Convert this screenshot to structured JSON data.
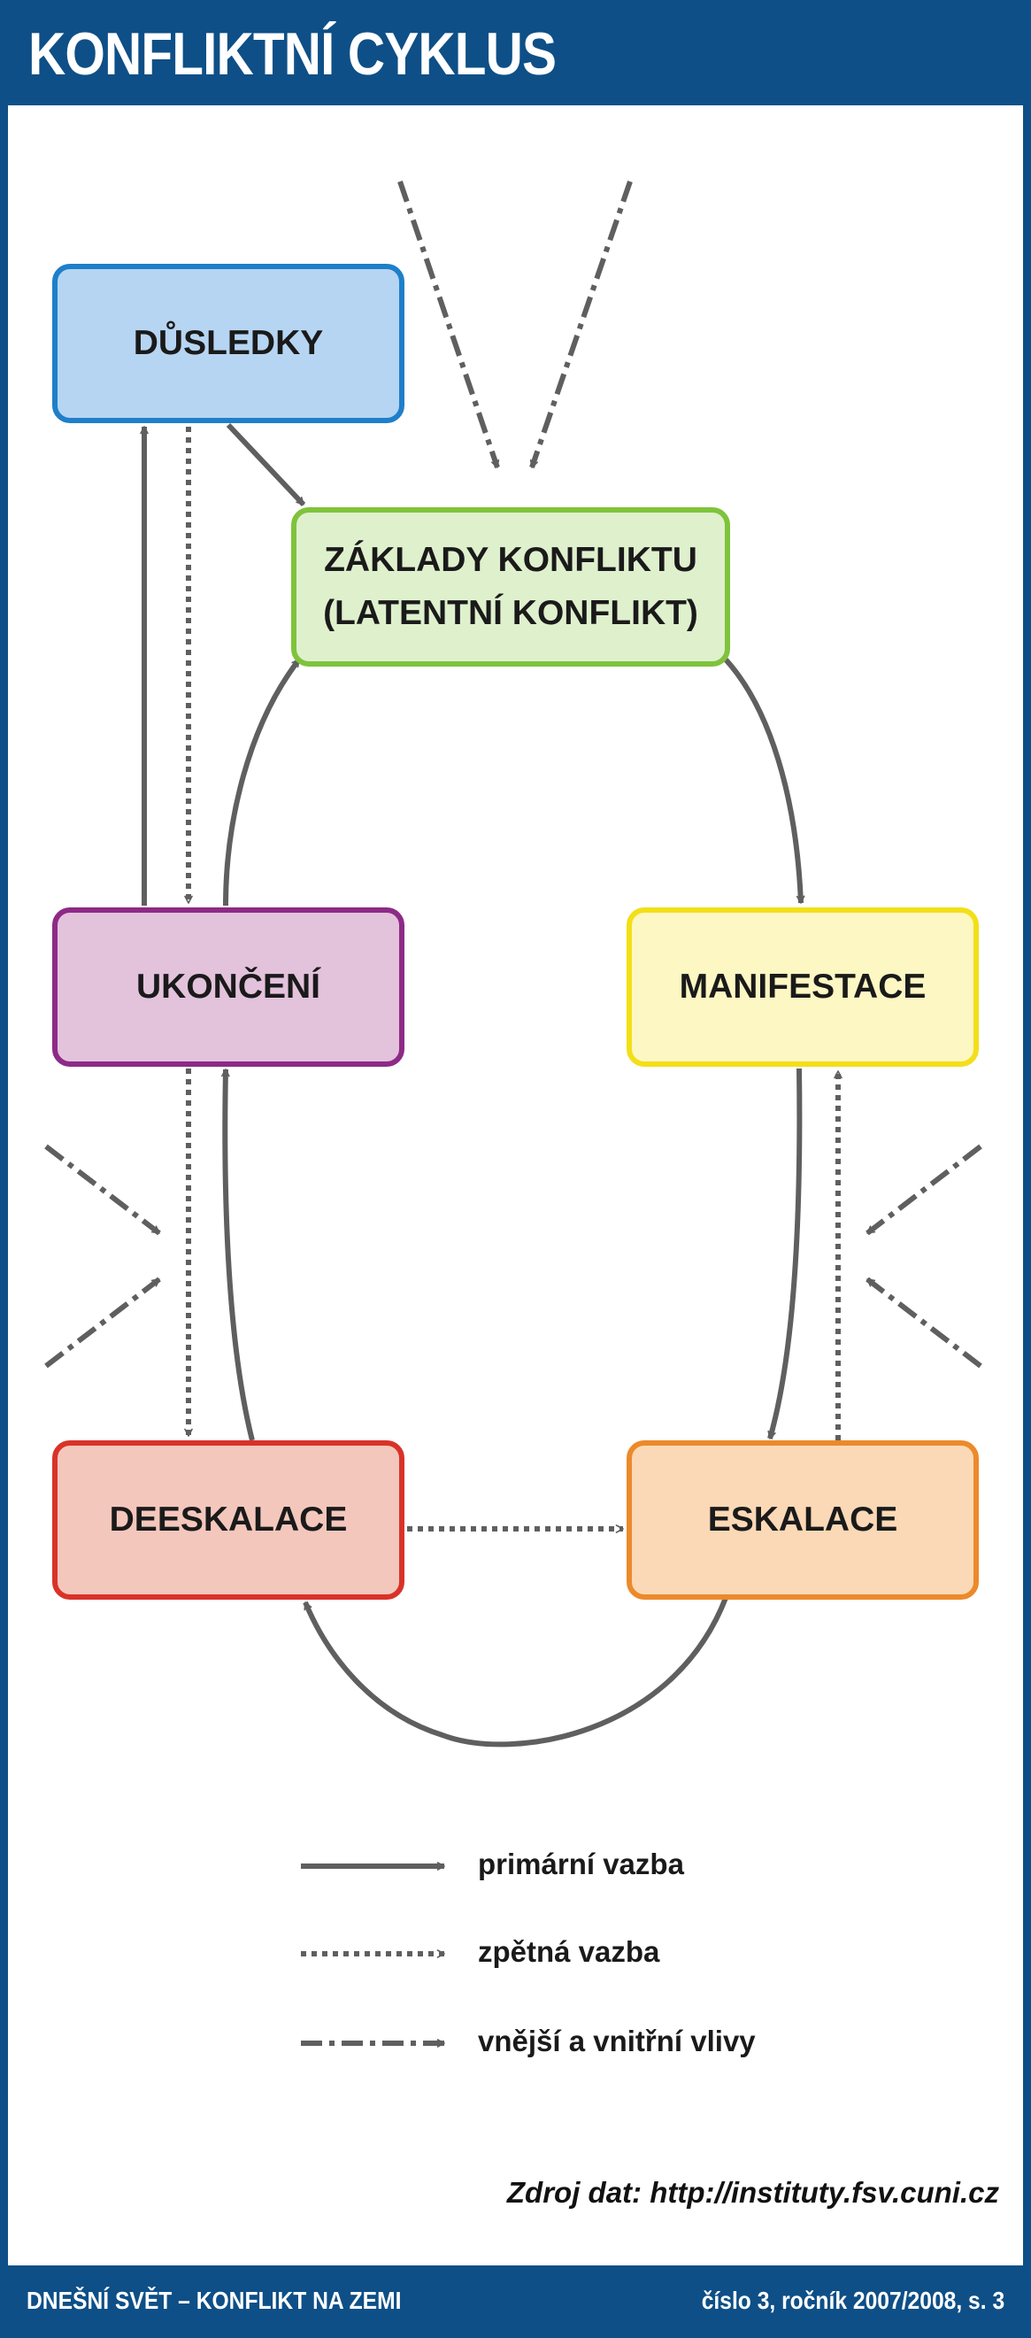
{
  "header": {
    "title": "KONFLIKTNÍ CYKLUS"
  },
  "nodes": {
    "dusledky": "DŮSLEDKY",
    "zaklady_line1": "ZÁKLADY KONFLIKTU",
    "zaklady_line2": "(LATENTNÍ KONFLIKT)",
    "ukonceni": "UKONČENÍ",
    "manifestace": "MANIFESTACE",
    "deeskalace": "DEESKALACE",
    "eskalace": "ESKALACE"
  },
  "legend": {
    "primary": "primární vazba",
    "feedback": "zpětná vazba",
    "influences": "vnější a vnitřní vlivy"
  },
  "source": "Zdroj dat: http://instituty.fsv.cuni.cz",
  "footer": {
    "left": "DNEŠNÍ SVĚT – KONFLIKT NA ZEMI",
    "right": "číslo 3, ročník 2007/2008, s. 3"
  },
  "colors": {
    "brand": "#0e4f87",
    "arrow": "#5f5f5f"
  }
}
